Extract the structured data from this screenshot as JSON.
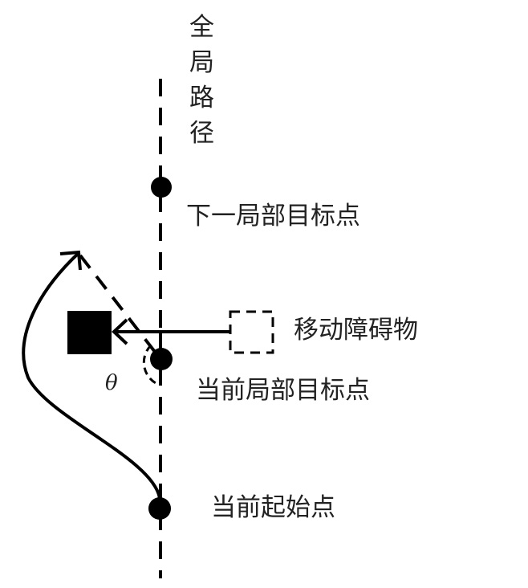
{
  "labels": {
    "global_path": "全局路径",
    "next_local_goal": "下一局部目标点",
    "moving_obstacle": "移动障碍物",
    "current_local_goal": "当前局部目标点",
    "current_start": "当前起始点",
    "angle": "θ"
  }
}
